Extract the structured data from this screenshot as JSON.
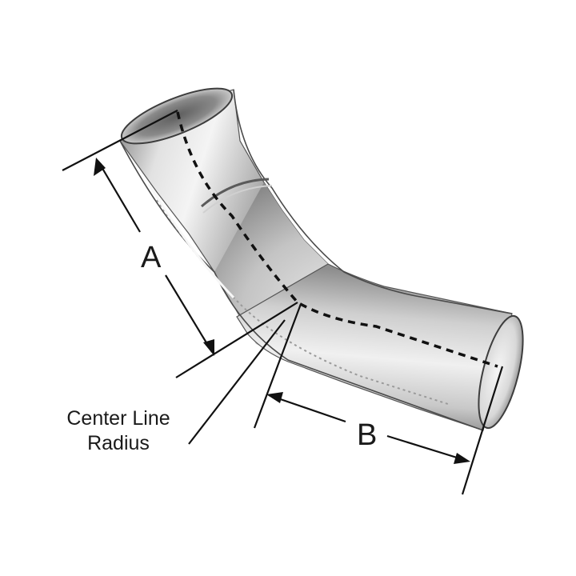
{
  "labels": {
    "dimension_a": "A",
    "dimension_b": "B",
    "center_line_radius_line1": "Center Line",
    "center_line_radius_line2": "Radius"
  },
  "colors": {
    "pipe_metal_light": "#e6e6e6",
    "pipe_metal_dark": "#6e6e6e",
    "line": "#111111",
    "background": "#ffffff"
  }
}
